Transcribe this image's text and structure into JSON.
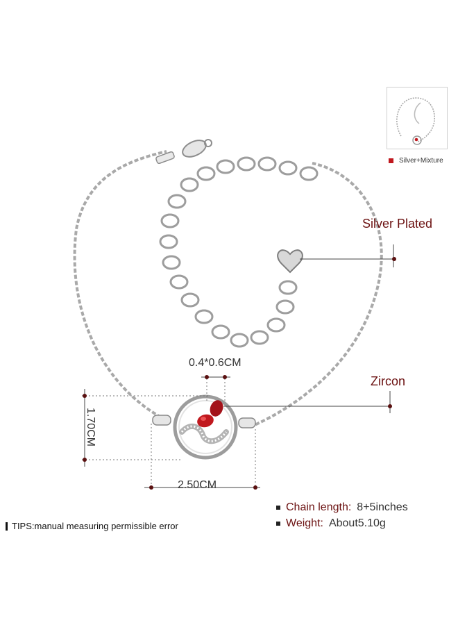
{
  "thumbnail": {
    "variant_label": "Silver+Mixture",
    "swatch_color": "#c0181e"
  },
  "callouts": {
    "material": "Silver Plated",
    "stone": "Zircon",
    "stone_size": "0.4*0.6CM",
    "height": "1.70CM",
    "width": "2.50CM"
  },
  "specs": {
    "chain_label": "Chain length:",
    "chain_value": "8+5inches",
    "weight_label": "Weight:",
    "weight_value": "About5.10g"
  },
  "tips": "TIPS:manual measuring permissible error",
  "colors": {
    "accent_red": "#c0181e",
    "label_dark_red": "#6b1111",
    "silver": "#b8b8b8"
  }
}
